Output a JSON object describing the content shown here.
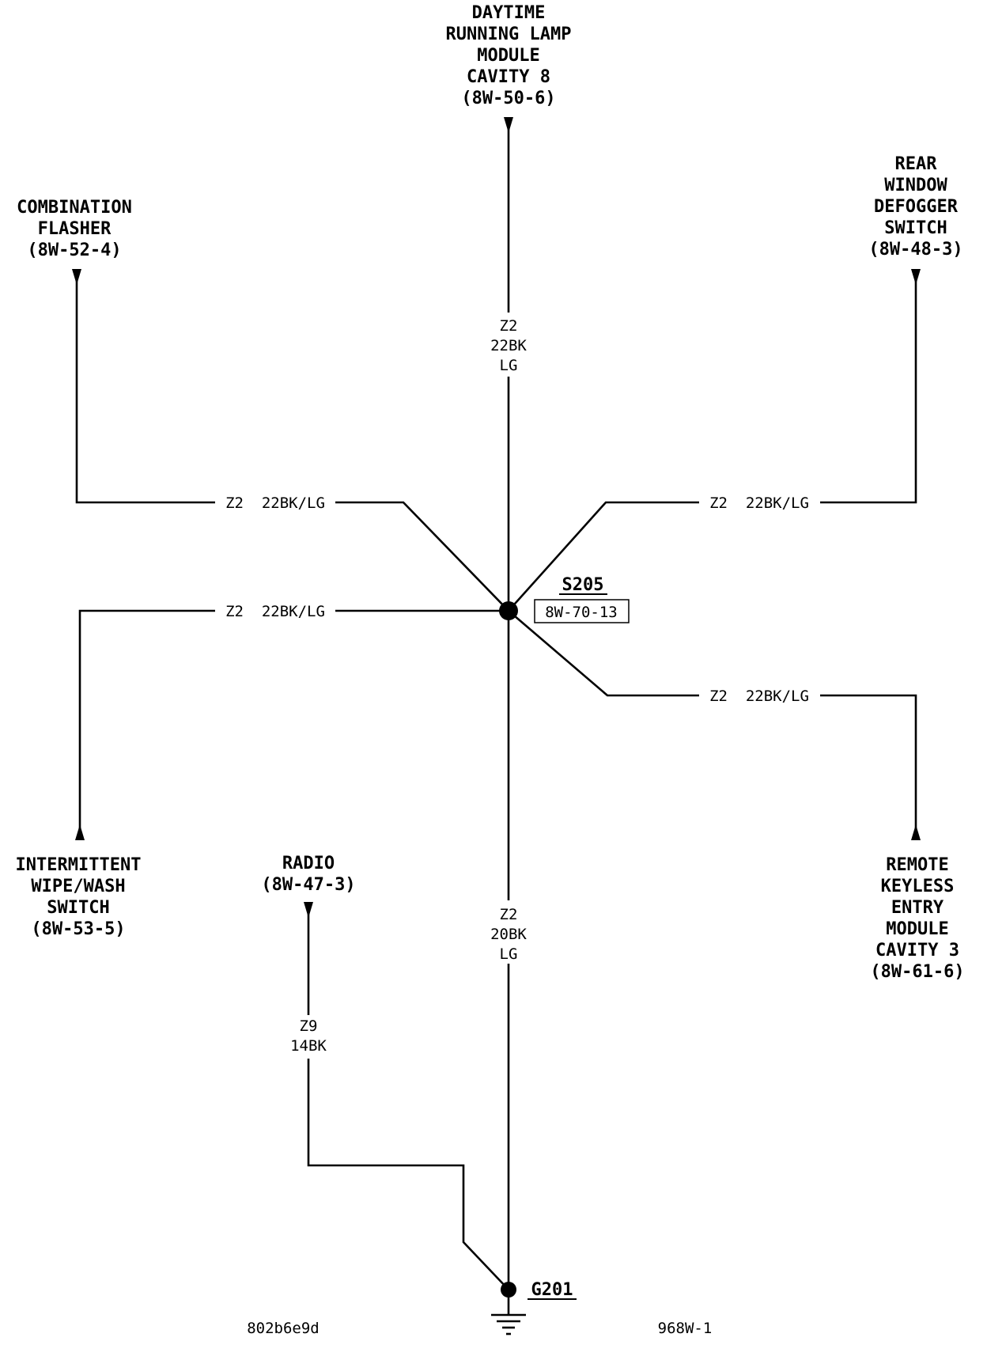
{
  "components": {
    "drl": [
      "DAYTIME",
      "RUNNING LAMP",
      "MODULE",
      "CAVITY 8",
      "(8W-50-6)"
    ],
    "flasher": [
      "COMBINATION",
      "FLASHER",
      "(8W-52-4)"
    ],
    "defogger": [
      "REAR",
      "WINDOW",
      "DEFOGGER",
      "SWITCH",
      "(8W-48-3)"
    ],
    "wipe": [
      "INTERMITTENT",
      "WIPE/WASH",
      "SWITCH",
      "(8W-53-5)"
    ],
    "radio": [
      "RADIO",
      "(8W-47-3)"
    ],
    "keyless": [
      "REMOTE",
      "KEYLESS",
      "ENTRY",
      "MODULE",
      "CAVITY 3",
      "(8W-61-6)"
    ]
  },
  "wires": {
    "drl": [
      "Z2",
      "22BK",
      "LG"
    ],
    "flasher": "Z2  22BK/LG",
    "defogger": "Z2  22BK/LG",
    "wipe": "Z2  22BK/LG",
    "keyless": "Z2  22BK/LG",
    "ground": [
      "Z2",
      "20BK",
      "LG"
    ],
    "radio": [
      "Z9",
      "14BK"
    ]
  },
  "splice": {
    "id": "S205",
    "ref": "8W-70-13"
  },
  "ground": {
    "id": "G201"
  },
  "footer": {
    "code": "802b6e9d",
    "page": "968W-1"
  }
}
